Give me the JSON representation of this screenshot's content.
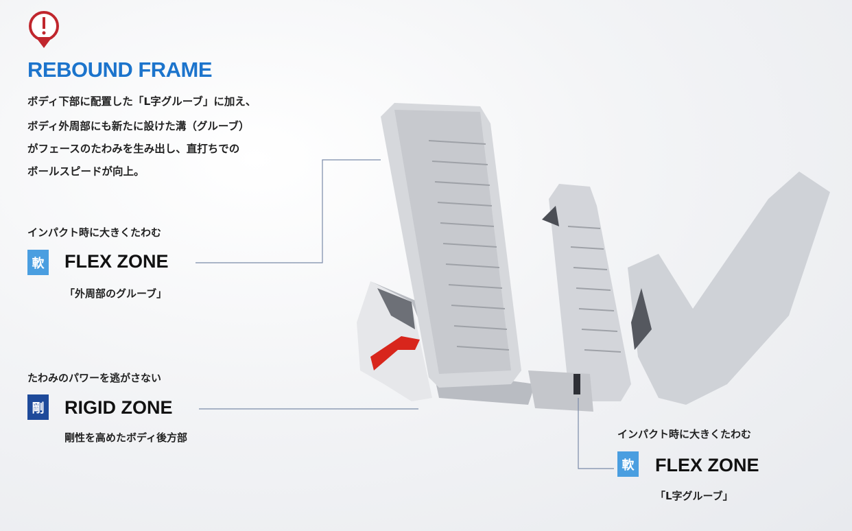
{
  "header": {
    "title": "REBOUND FRAME",
    "icon": "alert-pin-icon"
  },
  "description": [
    "ボディ下部に配置した「L字グルーブ」に加え、",
    "ボディ外周部にも新たに設けた溝（グルーブ）",
    "がフェースのたわみを生み出し、直打ちでの",
    "ボールスピードが向上。"
  ],
  "callouts": {
    "flex_left": {
      "caption": "インパクト時に大きくたわむ",
      "badge": "軟",
      "zone": "FLEX ZONE",
      "sub": "「外周部のグルーブ」"
    },
    "rigid": {
      "caption": "たわみのパワーを逃がさない",
      "badge": "剛",
      "zone": "RIGID ZONE",
      "sub": "剛性を高めたボディ後方部"
    },
    "flex_right": {
      "caption": "インパクト時に大きくたわむ",
      "badge": "軟",
      "zone": "FLEX ZONE",
      "sub": "「L字グルーブ」"
    }
  },
  "colors": {
    "title": "#1c74cc",
    "flex_badge": "#4a9ee0",
    "rigid_badge": "#1e4a9a",
    "alert": "#c0262d",
    "arrow": "#d8261c"
  }
}
